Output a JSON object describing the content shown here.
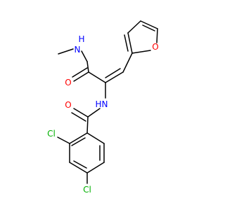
{
  "colors": {
    "bond": "#000000",
    "carbon": "#000000",
    "nitrogen": "#0000ff",
    "oxygen": "#ff0000",
    "chlorine": "#00b000"
  },
  "atom_labels": {
    "amide_nh": "N",
    "amide_nh_h": "H",
    "amide_o": "O",
    "furan_o": "O",
    "enamine_n": "N",
    "enamine_h": "H",
    "benzamide_o": "O",
    "cl_ortho": "Cl",
    "cl_para": "Cl"
  }
}
